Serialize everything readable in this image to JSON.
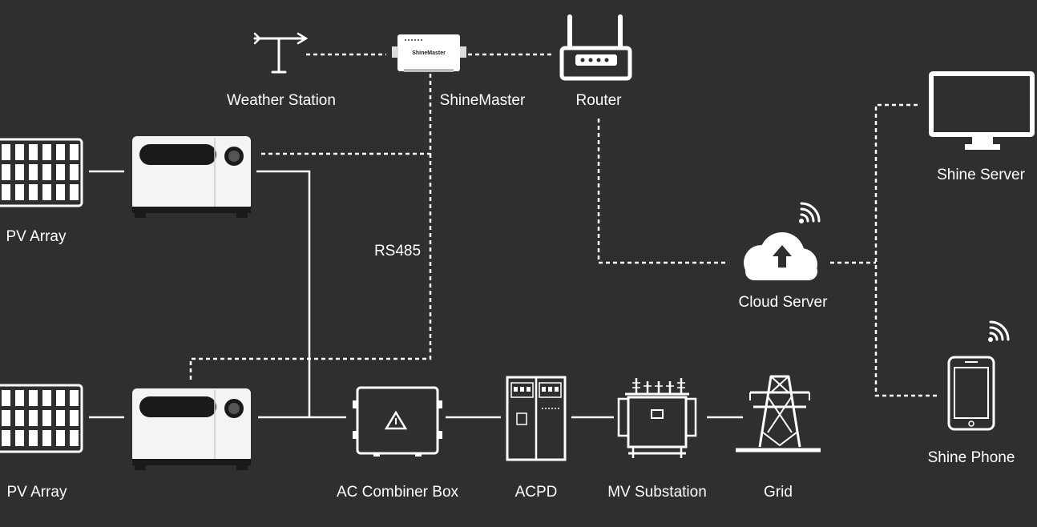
{
  "diagram": {
    "background": "#2f2f2f",
    "line_color": "#ffffff",
    "labels": {
      "weather_station": "Weather Station",
      "shinemaster": "ShineMaster",
      "router": "Router",
      "shine_server": "Shine Server",
      "pv_array_top": "PV Array",
      "pv_array_bottom": "PV Array",
      "rs485": "RS485",
      "cloud_server": "Cloud Server",
      "shine_phone": "Shine Phone",
      "ac_combiner_box": "AC Combiner Box",
      "acpd": "ACPD",
      "mv_substation": "MV Substation",
      "grid": "Grid"
    },
    "device_text": {
      "shinemaster_face": "ShineMaster"
    }
  }
}
